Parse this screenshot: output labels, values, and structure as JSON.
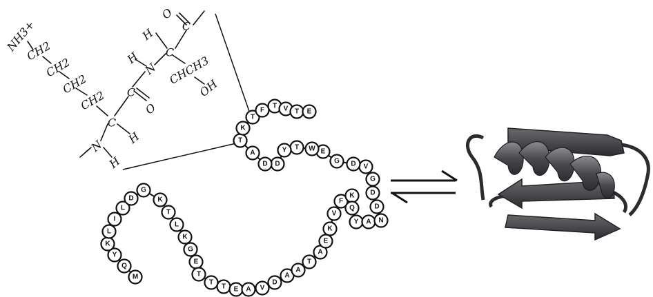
{
  "chemistry": {
    "labels": [
      "NH3+",
      "CH2",
      "CH2",
      "CH2",
      "CH2",
      "C",
      "N",
      "H",
      "H",
      "C",
      "O",
      "N",
      "H",
      "C",
      "CHCH3",
      "OH",
      "H",
      "C",
      "O"
    ]
  },
  "sequence": [
    "M",
    "Q",
    "Y",
    "K",
    "L",
    "I",
    "L",
    "D",
    "G",
    "K",
    "T",
    "L",
    "K",
    "G",
    "E",
    "T",
    "T",
    "T",
    "E",
    "A",
    "V",
    "D",
    "A",
    "A",
    "T",
    "A",
    "E",
    "K",
    "V",
    "F",
    "K",
    "Q",
    "Y",
    "A",
    "N",
    "D",
    "D",
    "G",
    "V",
    "D",
    "G",
    "E",
    "W",
    "T",
    "Y",
    "D",
    "D",
    "A",
    "T",
    "K",
    "T",
    "F",
    "T",
    "V",
    "T",
    "E"
  ],
  "equilibrium_symbol": "⇌",
  "colors": {
    "line": "#111111",
    "bead_fill": "#ffffff",
    "ribbon": "#4a4a4e",
    "ribbon_dark": "#2c2c30",
    "ribbon_light": "#8c8c90"
  },
  "structure_icon": "protein-ribbon-beta-sheet-alpha-helix"
}
